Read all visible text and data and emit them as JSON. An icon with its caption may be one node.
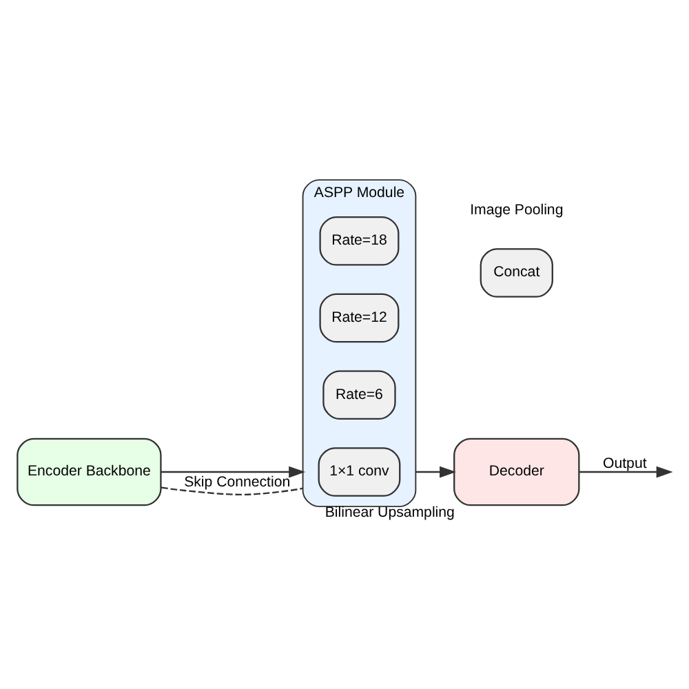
{
  "diagram": {
    "nodes": [
      {
        "text": [
          "Encoder Backbone"
        ]
      },
      {
        "text": [
          "ASPP Module"
        ]
      },
      {
        "text": [
          "1×1 conv"
        ],
        "in": 1
      },
      {
        "text": [
          "Rate=6"
        ],
        "in": 1
      },
      {
        "text": [
          "Rate=12"
        ],
        "in": 1
      },
      {
        "text": [
          "Rate=18"
        ],
        "in": 1
      },
      {
        "text": [
          "Concat"
        ]
      },
      {
        "text": [
          "Decoder"
        ],
        "beside": [
          "Bilinear Upsampling"
        ]
      }
    ],
    "edges": [
      {
        "from": 0,
        "to": 1,
        "arrow": "to"
      },
      {
        "from": 0,
        "to": 1,
        "arrow": "none",
        "style": "dashed",
        "label": "Skip Connection"
      },
      {
        "from": 1,
        "to": 7,
        "arrow": "to"
      },
      {
        "from": 7,
        "to": null,
        "arrow": "to",
        "label": "Output"
      }
    ],
    "labels": [
      "Image Pooling"
    ]
  }
}
